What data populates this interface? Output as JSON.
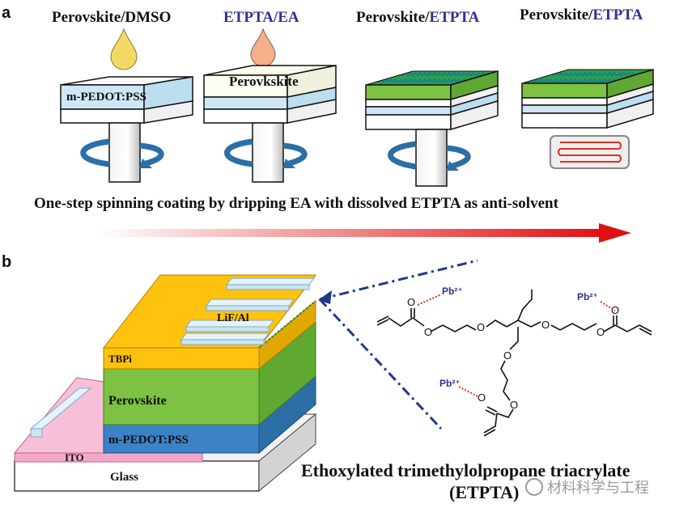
{
  "panel_a": {
    "label": "a",
    "steps": [
      {
        "title_part1": "Perovskite/DMSO",
        "title_part2": "",
        "layer_text": "m-PEDOT:PSS"
      },
      {
        "title_part1": "",
        "title_part2": "ETPTA/EA",
        "layer_text": "Perovkskite"
      },
      {
        "title_part1": "Perovskite/",
        "title_part2": "ETPTA",
        "layer_text": ""
      },
      {
        "title_part1": "Perovskite/",
        "title_part2": "ETPTA",
        "layer_text": ""
      }
    ],
    "caption": "One-step spinning coating by dripping EA with dissolved ETPTA as anti-solvent"
  },
  "panel_b": {
    "label": "b",
    "layers": {
      "electrode": "LiF/Al",
      "tbpi": "TBPi",
      "perovskite": "Perovskite",
      "pedot": "m-PEDOT:PSS",
      "ito": "ITO",
      "glass": "Glass"
    },
    "molecule": {
      "pb_labels": [
        "Pb²⁺",
        "Pb²⁺",
        "Pb²⁺"
      ],
      "atom": "O",
      "name": "Ethoxylated trimethylolpropane triacrylate",
      "abbr": "(ETPTA)"
    }
  },
  "watermark": "材料科学与工程",
  "colors": {
    "blue_text": "#2e3192",
    "arrow_red": "#e01010",
    "tbpi_yellow": "#ffc20e",
    "perovskite_green": "#7dc242",
    "pedot_blue": "#3b83c6",
    "ito_pink": "#f4a8c8",
    "pedot_light": "#bcdff0"
  }
}
